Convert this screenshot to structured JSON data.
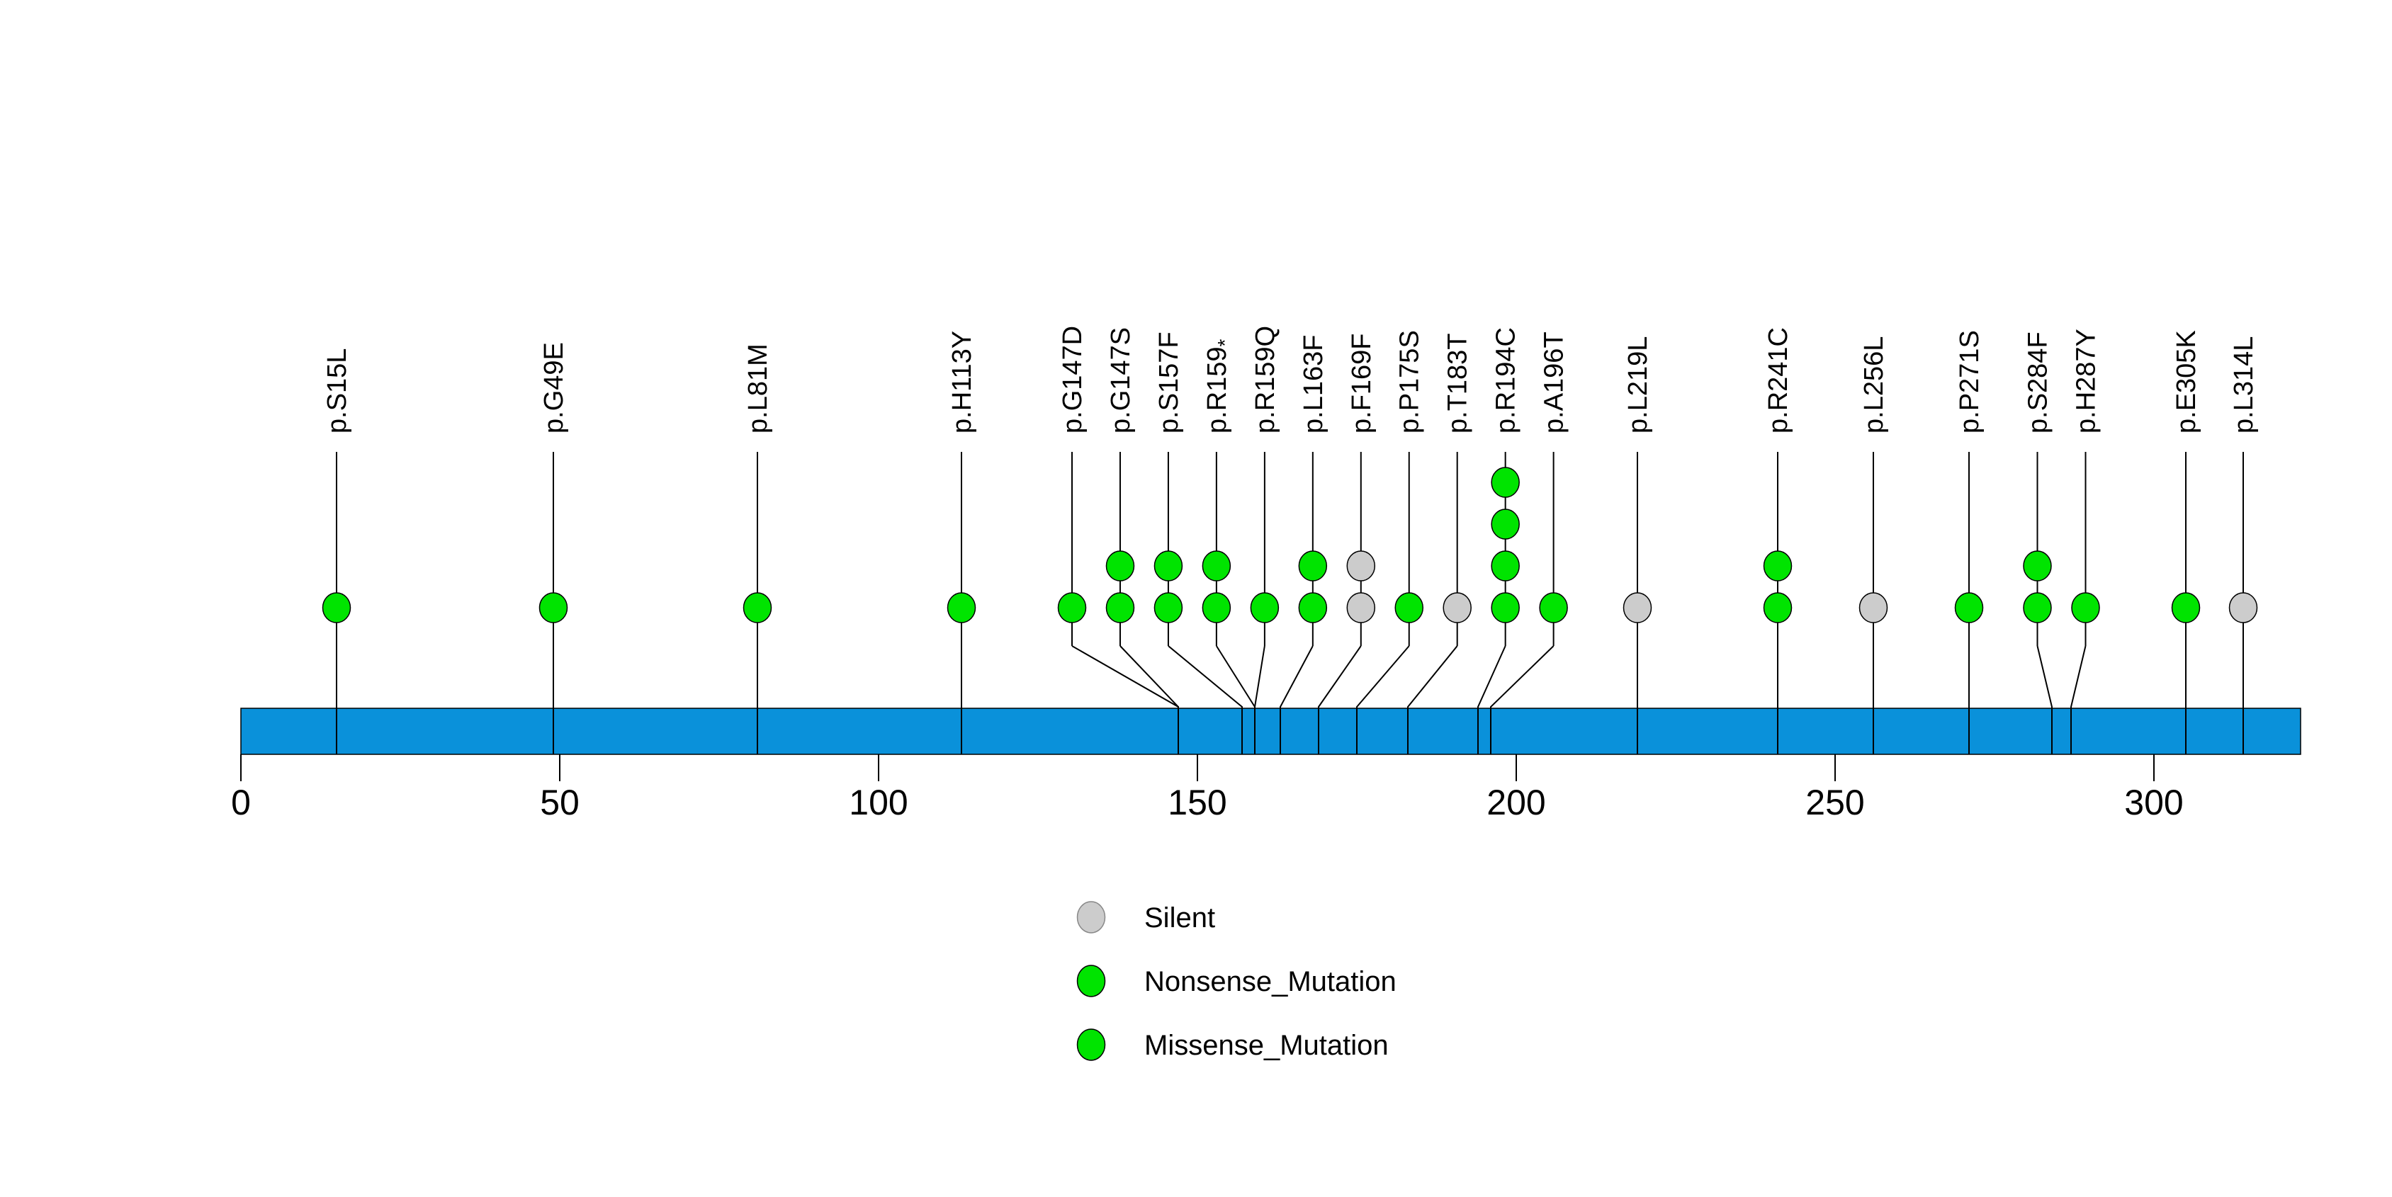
{
  "chart_data": {
    "type": "lollipop",
    "title": "",
    "xlabel": "",
    "ylabel": "",
    "protein_length": 323,
    "xlim": [
      0,
      323
    ],
    "axis_ticks": [
      0,
      50,
      100,
      150,
      200,
      250,
      300
    ],
    "bar_color": "#0A91DA",
    "mutation_classes": {
      "Silent": "#CCCCCC",
      "Nonsense_Mutation": "#00E400",
      "Missense_Mutation": "#00E400"
    },
    "legend": [
      {
        "label": "Silent",
        "color": "#CCCCCC"
      },
      {
        "label": "Nonsense_Mutation",
        "color": "#00E400"
      },
      {
        "label": "Missense_Mutation",
        "color": "#00E400"
      }
    ],
    "mutations": [
      {
        "label": "p.S15L",
        "position": 15,
        "count": 1,
        "class": "Missense_Mutation"
      },
      {
        "label": "p.G49E",
        "position": 49,
        "count": 1,
        "class": "Missense_Mutation"
      },
      {
        "label": "p.L81M",
        "position": 81,
        "count": 1,
        "class": "Missense_Mutation"
      },
      {
        "label": "p.H113Y",
        "position": 113,
        "count": 1,
        "class": "Missense_Mutation"
      },
      {
        "label": "p.G147D",
        "position": 147,
        "count": 1,
        "class": "Missense_Mutation"
      },
      {
        "label": "p.G147S",
        "position": 147,
        "count": 2,
        "class": "Missense_Mutation"
      },
      {
        "label": "p.S157F",
        "position": 157,
        "count": 2,
        "class": "Missense_Mutation"
      },
      {
        "label": "p.R159*",
        "position": 159,
        "count": 2,
        "class": "Nonsense_Mutation"
      },
      {
        "label": "p.R159Q",
        "position": 159,
        "count": 1,
        "class": "Missense_Mutation"
      },
      {
        "label": "p.L163F",
        "position": 163,
        "count": 2,
        "class": "Missense_Mutation"
      },
      {
        "label": "p.F169F",
        "position": 169,
        "count": 2,
        "class": "Silent"
      },
      {
        "label": "p.P175S",
        "position": 175,
        "count": 1,
        "class": "Missense_Mutation"
      },
      {
        "label": "p.T183T",
        "position": 183,
        "count": 1,
        "class": "Silent"
      },
      {
        "label": "p.R194C",
        "position": 194,
        "count": 4,
        "class": "Missense_Mutation"
      },
      {
        "label": "p.A196T",
        "position": 196,
        "count": 1,
        "class": "Missense_Mutation"
      },
      {
        "label": "p.L219L",
        "position": 219,
        "count": 1,
        "class": "Silent"
      },
      {
        "label": "p.R241C",
        "position": 241,
        "count": 2,
        "class": "Missense_Mutation"
      },
      {
        "label": "p.L256L",
        "position": 256,
        "count": 1,
        "class": "Silent"
      },
      {
        "label": "p.P271S",
        "position": 271,
        "count": 1,
        "class": "Missense_Mutation"
      },
      {
        "label": "p.S284F",
        "position": 284,
        "count": 2,
        "class": "Missense_Mutation"
      },
      {
        "label": "p.H287Y",
        "position": 287,
        "count": 1,
        "class": "Missense_Mutation"
      },
      {
        "label": "p.E305K",
        "position": 305,
        "count": 1,
        "class": "Missense_Mutation"
      },
      {
        "label": "p.L314L",
        "position": 314,
        "count": 1,
        "class": "Silent"
      }
    ]
  }
}
